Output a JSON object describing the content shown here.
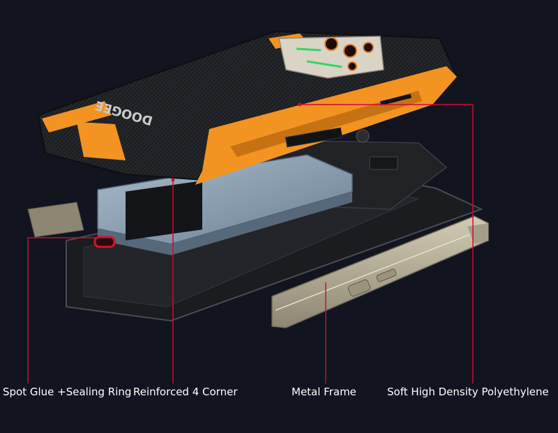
{
  "callouts": [
    {
      "label": "Spot Glue +Sealing Ring"
    },
    {
      "label": "Reinforced 4 Corner"
    },
    {
      "label": "Metal Frame"
    },
    {
      "label": "Soft High Density Polyethylene"
    }
  ],
  "brand": {
    "logo_text": "DOOGEE"
  },
  "colors": {
    "background": "#121420",
    "accent": "#f39322",
    "callout_line": "#c8102e",
    "battery": "#8fa3b8",
    "frame": "#b7b09a"
  }
}
